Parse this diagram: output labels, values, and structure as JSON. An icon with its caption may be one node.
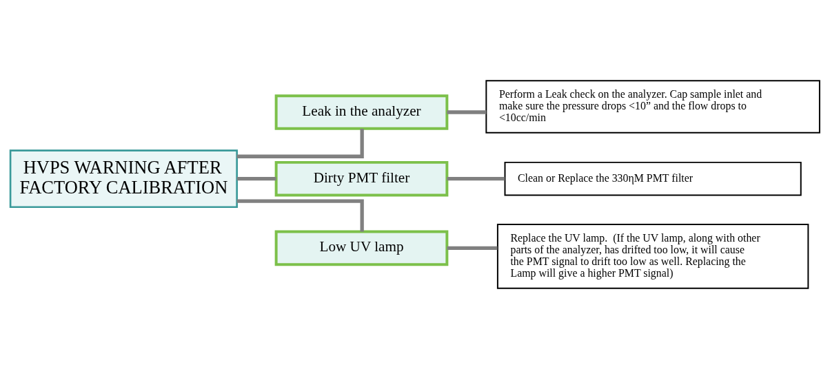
{
  "diagram": {
    "nodes": [
      {
        "text": [
          "HVPS WARNING AFTER FACTORY CALIBRATION"
        ]
      },
      {
        "text": [
          "Leak in the analyzer"
        ]
      },
      {
        "text": [
          "Dirty PMT filter"
        ]
      },
      {
        "text": [
          "Low UV lamp"
        ]
      },
      {
        "text": [
          "Perform a Leak check on the analyzer. Cap sample inlet and make sure the pressure drops <10” and the flow drops to <10cc/min"
        ]
      },
      {
        "text": [
          "Clean or Replace the 330ηM PMT filter"
        ]
      },
      {
        "text": [
          "Replace the UV lamp.  (If the UV lamp, along with other parts of the analyzer, has drifted too low, it will cause the PMT signal to drift too low as well. Replacing the Lamp will give a higher PMT signal)"
        ]
      }
    ],
    "edges": [
      {
        "from": 0,
        "to": 1,
        "arrow": "none"
      },
      {
        "from": 0,
        "to": 2,
        "arrow": "none"
      },
      {
        "from": 0,
        "to": 3,
        "arrow": "none"
      },
      {
        "from": 1,
        "to": 4,
        "arrow": "none"
      },
      {
        "from": 2,
        "to": 5,
        "arrow": "none"
      },
      {
        "from": 3,
        "to": 6,
        "arrow": "none"
      }
    ]
  }
}
